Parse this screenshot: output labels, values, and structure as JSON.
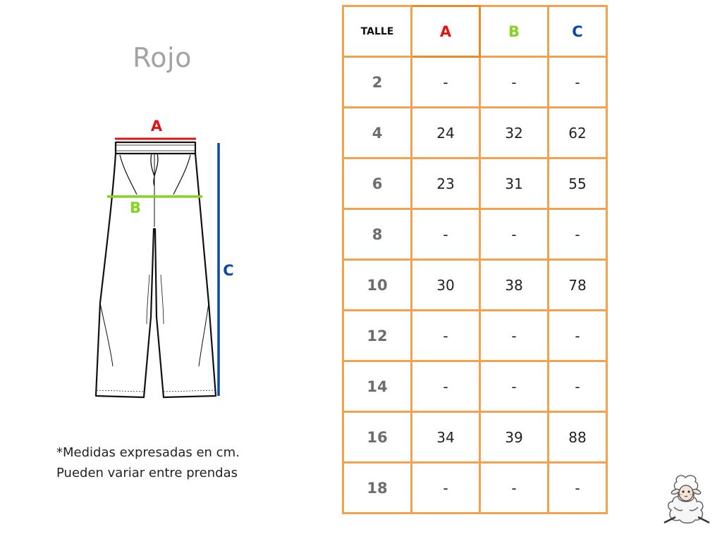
{
  "title": "Rojo",
  "diagram": {
    "label_a": "A",
    "label_b": "B",
    "label_c": "C",
    "colors": {
      "a": "#e31212",
      "b": "#84d320",
      "c": "#0a4aa6"
    }
  },
  "note": {
    "line1": "*Medidas expresadas en cm.",
    "line2": "Pueden variar entre prendas"
  },
  "table": {
    "headers": [
      "TALLE",
      "A",
      "B",
      "C"
    ],
    "rows": [
      [
        "2",
        "-",
        "-",
        "-"
      ],
      [
        "4",
        "24",
        "32",
        "62"
      ],
      [
        "6",
        "23",
        "31",
        "55"
      ],
      [
        "8",
        "-",
        "-",
        "-"
      ],
      [
        "10",
        "30",
        "38",
        "78"
      ],
      [
        "12",
        "-",
        "-",
        "-"
      ],
      [
        "14",
        "-",
        "-",
        "-"
      ],
      [
        "16",
        "34",
        "39",
        "88"
      ],
      [
        "18",
        "-",
        "-",
        "-"
      ]
    ],
    "border_color": "#f2a24f"
  },
  "mascot_icon": "sheep-logo-icon"
}
